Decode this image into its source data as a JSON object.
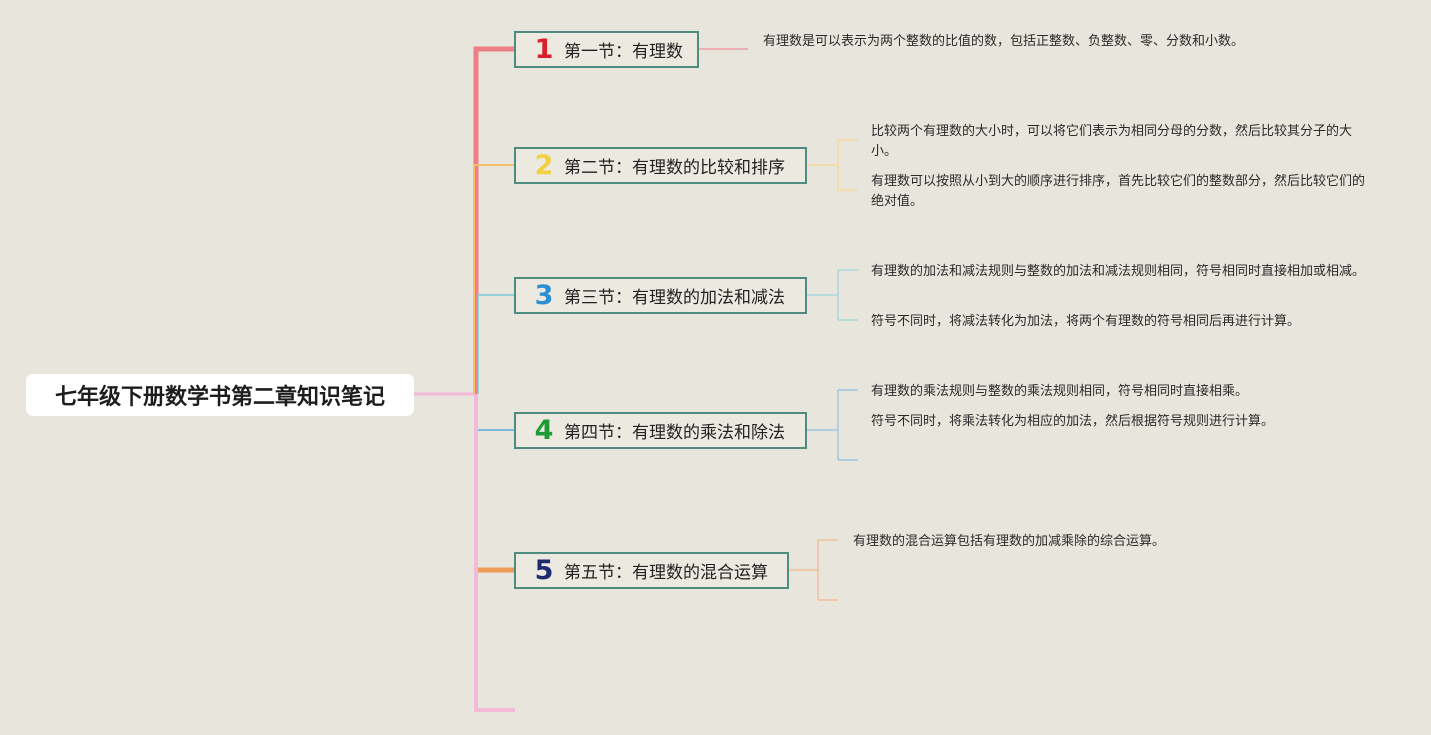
{
  "root": {
    "title": "七年级下册数学书第二章知识笔记"
  },
  "sections": [
    {
      "number": "1",
      "title": "第一节：有理数",
      "color": "#d7212e",
      "notes": [
        "有理数是可以表示为两个整数的比值的数，包括正整数、负整数、零、分数和小数。"
      ]
    },
    {
      "number": "2",
      "title": "第二节：有理数的比较和排序",
      "color": "#f3d03e",
      "notes": [
        "比较两个有理数的大小时，可以将它们表示为相同分母的分数，然后比较其分子的大小。",
        "有理数可以按照从小到大的顺序进行排序，首先比较它们的整数部分，然后比较它们的绝对值。"
      ]
    },
    {
      "number": "3",
      "title": "第三节：有理数的加法和减法",
      "color": "#2b8fd4",
      "notes": [
        "有理数的加法和减法规则与整数的加法和减法规则相同，符号相同时直接相加或相减。",
        "符号不同时，将减法转化为加法，将两个有理数的符号相同后再进行计算。"
      ]
    },
    {
      "number": "4",
      "title": "第四节：有理数的乘法和除法",
      "color": "#1e9b34",
      "notes": [
        "有理数的乘法规则与整数的乘法规则相同，符号相同时直接相乘。",
        "符号不同时，将乘法转化为相应的加法，然后根据符号规则进行计算。"
      ]
    },
    {
      "number": "5",
      "title": "第五节：有理数的混合运算",
      "color": "#1c2b6e",
      "notes": [
        "有理数的混合运算包括有理数的加减乘除的综合运算。"
      ]
    }
  ]
}
